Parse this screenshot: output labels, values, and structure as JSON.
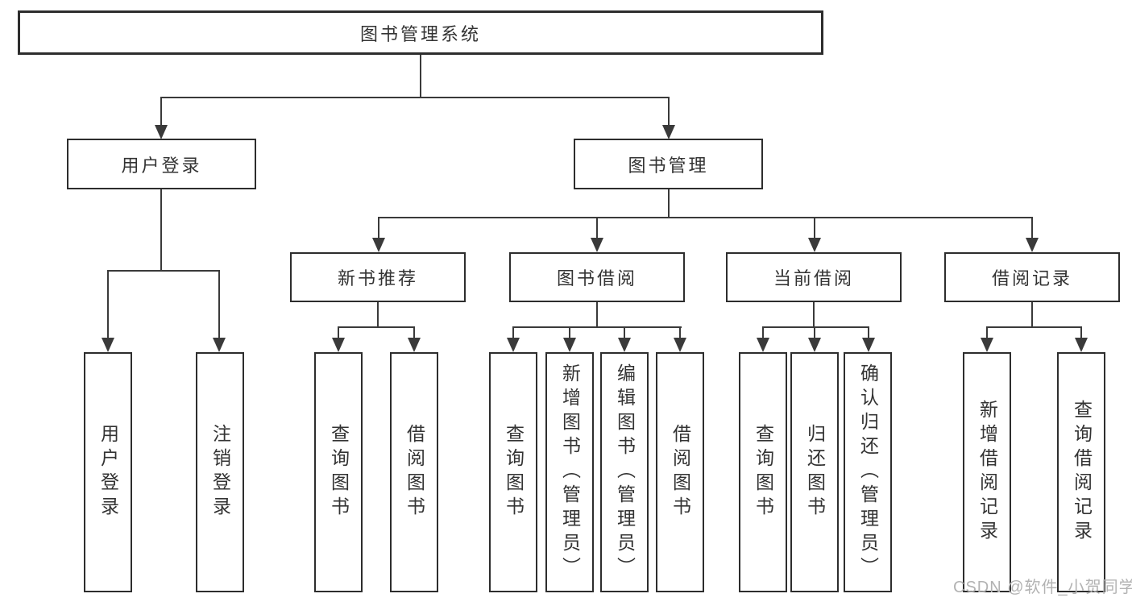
{
  "tree": {
    "label": "图书管理系统",
    "children": [
      {
        "label": "用户登录",
        "children": [
          {
            "label": "用户登录"
          },
          {
            "label": "注销登录"
          }
        ]
      },
      {
        "label": "图书管理",
        "children": [
          {
            "label": "新书推荐",
            "children": [
              {
                "label": "查询图书"
              },
              {
                "label": "借阅图书"
              }
            ]
          },
          {
            "label": "图书借阅",
            "children": [
              {
                "label": "查询图书"
              },
              {
                "label": "新增图书（管理员）"
              },
              {
                "label": "编辑图书（管理员）"
              },
              {
                "label": "借阅图书"
              }
            ]
          },
          {
            "label": "当前借阅",
            "children": [
              {
                "label": "查询图书"
              },
              {
                "label": "归还图书"
              },
              {
                "label": "确认归还（管理员）"
              }
            ]
          },
          {
            "label": "借阅记录",
            "children": [
              {
                "label": "新增借阅记录"
              },
              {
                "label": "查询借阅记录"
              }
            ]
          }
        ]
      }
    ]
  },
  "watermark": {
    "text": "CSDN @软件_小贺同学"
  },
  "colors": {
    "line": "#3a3a3a",
    "border": "#2d2d2d",
    "text": "#333333",
    "watermark": "#b3b3b3",
    "background": "#ffffff"
  }
}
